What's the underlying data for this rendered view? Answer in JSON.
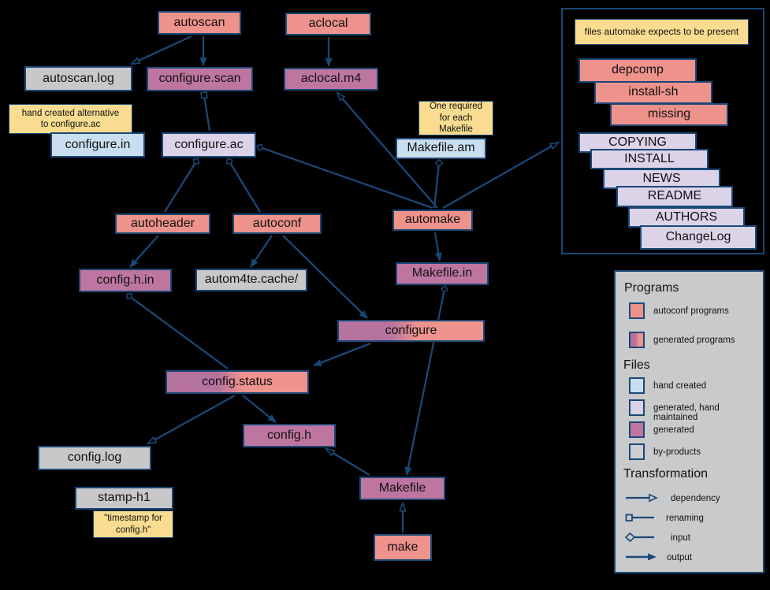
{
  "nodes": {
    "autoscan": "autoscan",
    "aclocal": "aclocal",
    "autoscan_log": "autoscan.log",
    "configure_scan": "configure.scan",
    "aclocal_m4": "aclocal.m4",
    "configure_in": "configure.in",
    "configure_ac": "configure.ac",
    "makefile_am": "Makefile.am",
    "autoheader": "autoheader",
    "autoconf": "autoconf",
    "automake": "automake",
    "config_h_in": "config.h.in",
    "autom4te_cache": "autom4te.cache/",
    "makefile_in": "Makefile.in",
    "configure": "configure",
    "config_status": "config.status",
    "config_log": "config.log",
    "config_h": "config.h",
    "stamp_h1": "stamp-h1",
    "makefile": "Makefile",
    "make": "make"
  },
  "notes": {
    "configure_in_note": "hand created alternative\nto configure.ac",
    "makefile_am_note": "One required\nfor each\nMakefile",
    "stamp_h1_note": "\"timestamp for\nconfig.h\""
  },
  "expects_panel": {
    "title": "files automake expects to be present",
    "files": [
      "depcomp",
      "install-sh",
      "missing",
      "COPYING",
      "INSTALL",
      "NEWS",
      "README",
      "AUTHORS",
      "ChangeLog"
    ]
  },
  "legend": {
    "programs_heading": "Programs",
    "autoconf_programs": "autoconf programs",
    "generated_programs": "generated programs",
    "files_heading": "Files",
    "hand_created": "hand created",
    "generated_hand_maintained": "generated, hand maintained",
    "generated": "generated",
    "by_products": "by-products",
    "transformation_heading": "Transformation",
    "dependency": "dependency",
    "renaming": "renaming",
    "input": "input",
    "output": "output"
  },
  "colors": {
    "program": "#EE928C",
    "generated_file": "#BE76A0",
    "hand_created_file": "#C9DFF0",
    "generated_hand_maintained_file": "#DBD4E9",
    "by_product": "#C8C8CA",
    "note": "#F9DC8F",
    "outline": "#1A4876",
    "legend_background": "#C9CACC",
    "page_background": "#000000"
  }
}
